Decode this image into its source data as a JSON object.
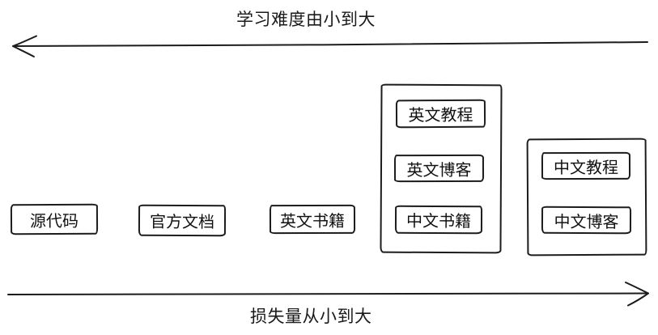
{
  "diagram": {
    "top_axis": {
      "label": "学习难度由小到大",
      "arrow_direction": "left"
    },
    "bottom_axis": {
      "label": "损失量从小到大",
      "arrow_direction": "right"
    },
    "colors": {
      "stroke": "#1c1c1c",
      "text": "#111111",
      "background": "#ffffff"
    }
  },
  "boxes": [
    {
      "id": "source-code",
      "label": "源代码"
    },
    {
      "id": "official-docs",
      "label": "官方文档"
    },
    {
      "id": "english-books",
      "label": "英文书籍"
    }
  ],
  "groups": [
    {
      "id": "group-english-and-chinese-books",
      "items": [
        {
          "id": "english-tutorials",
          "label": "英文教程"
        },
        {
          "id": "english-blogs",
          "label": "英文博客"
        },
        {
          "id": "chinese-books",
          "label": "中文书籍"
        }
      ]
    },
    {
      "id": "group-chinese-tutorials-blogs",
      "items": [
        {
          "id": "chinese-tutorials",
          "label": "中文教程"
        },
        {
          "id": "chinese-blogs",
          "label": "中文博客"
        }
      ]
    }
  ]
}
